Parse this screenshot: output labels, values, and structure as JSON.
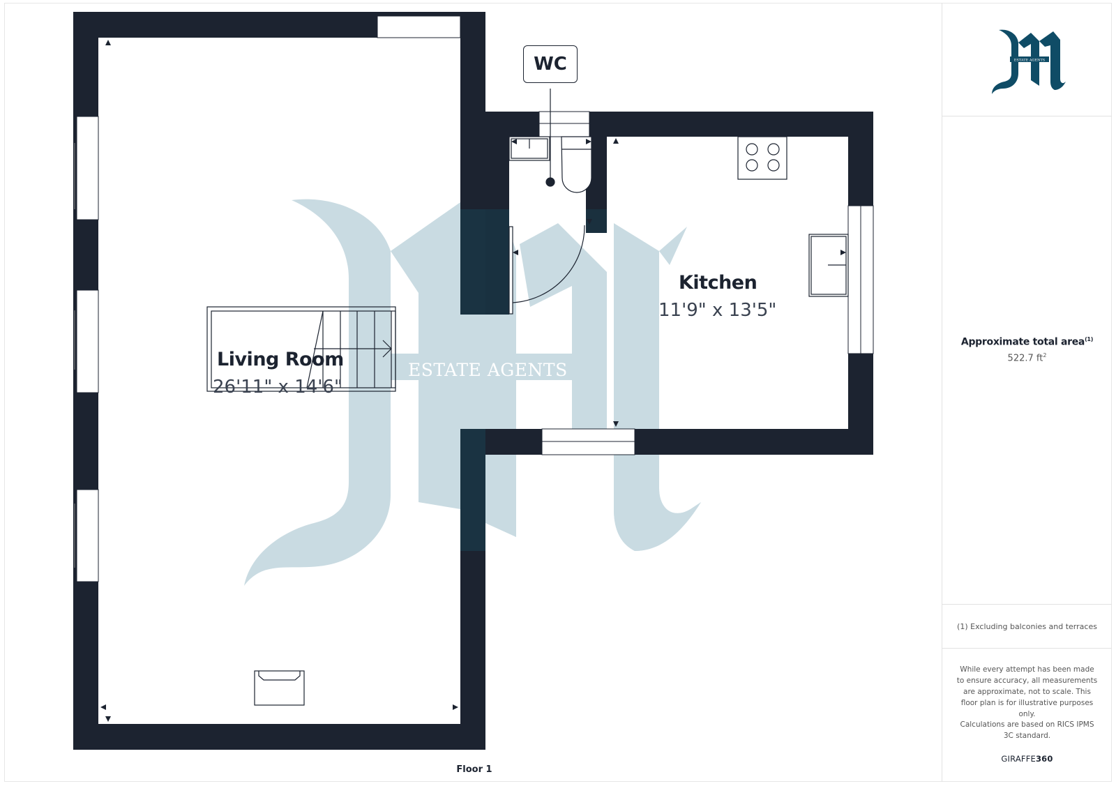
{
  "plan": {
    "floor_label": "Floor 1",
    "wall_color": "#1c2330",
    "watermark_color": "#c9dbe2",
    "watermark_text": "ESTATE AGENTS",
    "rooms": [
      {
        "name": "Living Room",
        "dimensions": "26'11\" x 14'6\""
      },
      {
        "name": "Kitchen",
        "dimensions": "11'9\" x 13'5\""
      },
      {
        "name": "WC",
        "dimensions": ""
      }
    ]
  },
  "sidebar": {
    "logo": {
      "letter": "M",
      "subtitle": "ESTATE AGENTS",
      "color": "#0f4c66"
    },
    "area_title": "Approximate total area",
    "area_title_note": "(1)",
    "area_value": "522.7 ft",
    "area_unit_sup": "2",
    "footnote": "(1) Excluding balconies and terraces",
    "disclaimer": "While every attempt has been made to ensure accuracy, all measurements are approximate, not to scale. This floor plan is for illustrative purposes only.",
    "calculation_note": "Calculations are based on RICS IPMS 3C standard.",
    "brand_prefix": "GIRAFFE",
    "brand_suffix": "360"
  }
}
